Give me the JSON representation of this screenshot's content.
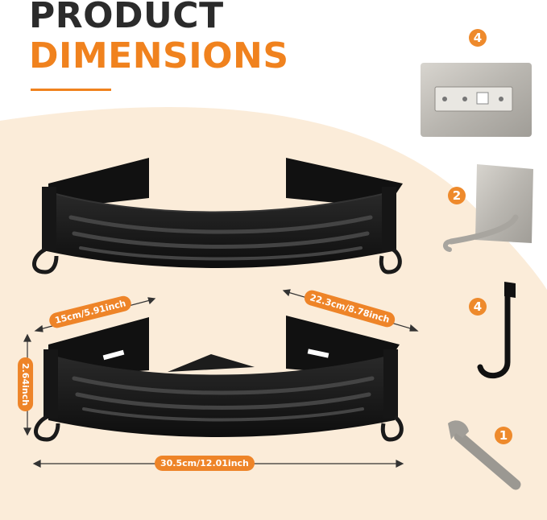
{
  "header": {
    "title_line1": "PRODUCT",
    "title_line2": "DIMENSIONS"
  },
  "dimensions": {
    "side_left": "15cm/5.91inch",
    "side_right": "22.3cm/8.78inch",
    "height": "2.64inch",
    "front_width": "30.5cm/12.01inch"
  },
  "accessories": [
    {
      "name": "adhesive-plate",
      "quantity": "4"
    },
    {
      "name": "hook-plate",
      "quantity": "2"
    },
    {
      "name": "over-door-hook",
      "quantity": "4"
    },
    {
      "name": "wrench",
      "quantity": "1"
    }
  ],
  "colors": {
    "accent": "#f0821e",
    "title_dark": "#2b2b2b",
    "background_wave": "#fbecd9",
    "product_black": "#1a1a1a",
    "steel": "#c9c6c0"
  }
}
